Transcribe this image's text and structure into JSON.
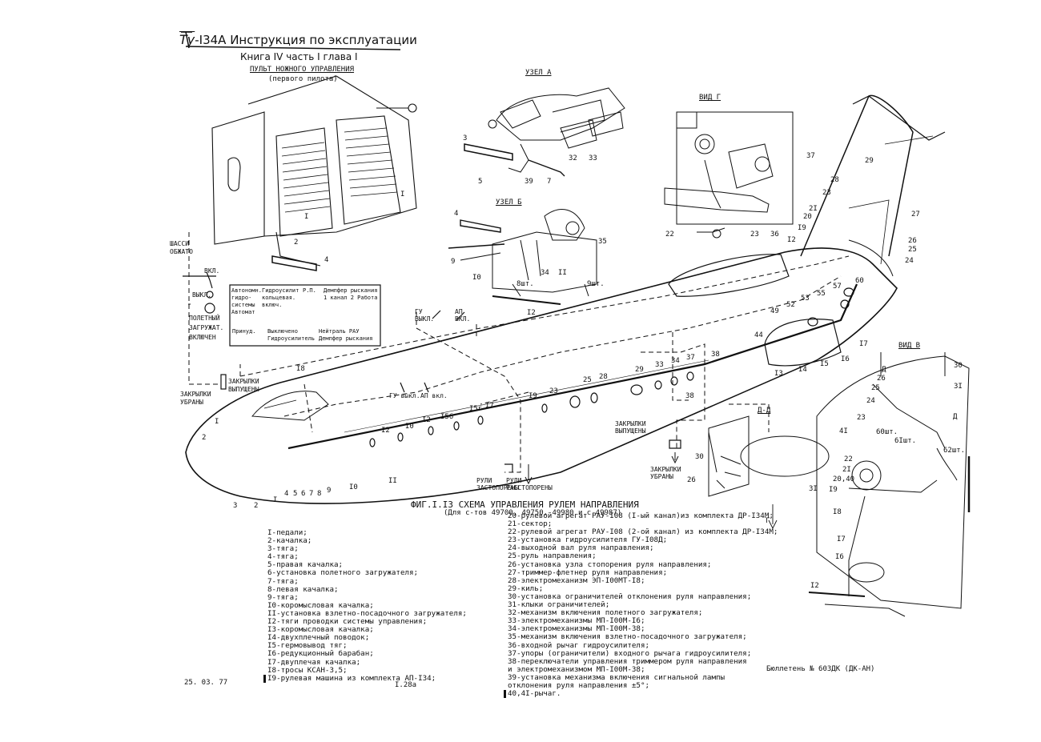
{
  "header": {
    "title_logo": "Ту",
    "title": "-I34A  Инструкция по эксплуатации",
    "subtitle": "Книга IV  часть  I   глава I"
  },
  "views": {
    "pedal_title": "ПУЛЬТ НОЖНОГО УПРАВЛЕНИЯ",
    "pedal_sub": "(первого пилота)",
    "node_a": "УЗЕЛ А",
    "node_b": "УЗЕЛ Б",
    "view_g": "ВИД Г",
    "view_v": "ВИД В",
    "section_dd": "Д-Д"
  },
  "switches": {
    "chassis": "ШАССИ ОБЖАТО",
    "on": "ВКЛ.",
    "off": "ВЫКЛ.",
    "loader": "ПОЛЕТНЫЙ ЗАГРУЖАТ. ВКЛЮЧЕН",
    "flaps_retracted": "ЗАКРЫЛКИ УБРАНЫ",
    "flaps_extended": "ЗАКРЫЛКИ ВЫПУЩЕНЫ",
    "gu_off": "ГУ ВЫКЛ.",
    "ap_on": "АП ВКЛ.",
    "gu_off2": "ГУ выкл.",
    "ap_on2": "АП вкл.",
    "rudder_locked": "РУЛИ ЗАСТОПОРЕНЫ",
    "rudder_unlocked": "РУЛИ РАССТОПОРЕНЫ",
    "flaps_ext2": "ЗАКРЫЛКИ ВЫПУЩЕНЫ",
    "flaps_ret2": "ЗАКРЫЛКИ УБРАНЫ"
  },
  "panel_box": {
    "c1": "Автономн. гидро- системы Автомат",
    "c2": "Гидроусилит кольцевая. включ.",
    "c3": "Р.П.",
    "c4": "Демпфер рыскания 1 канал 2 Работа",
    "b1": "Принуд.",
    "b2": "Выключено Гидроусилитель",
    "b3": "Нейтраль РАУ Демпфер рыскания"
  },
  "figure": {
    "caption": "ФИГ.I.I3  СХЕМА  УПРАВЛЕНИЯ  РУЛЕМ НАПРАВЛЕНИЯ",
    "caption_sub": "(Для с-тов 49700, 49750, 49980 и с 49987)"
  },
  "legend_left": [
    "I-педали;",
    "2-качалка;",
    "3-тяга;",
    "4-тяга;",
    "5-правая качалка;",
    "6-установка полетного загружателя;",
    "7-тяга;",
    "8-левая качалка;",
    "9-тяга;",
    "I0-коромысловая качалка;",
    "II-установка взлетно-посадочного загружателя;",
    "I2-тяги проводки системы управления;",
    "I3-коромысловая качалка;",
    "I4-двухплечный поводок;",
    "I5-гермовывод тяг;",
    "I6-редукционный барабан;",
    "I7-двуплечая качалка;",
    "I8-тросы КСАН-3,5;",
    "I9-рулевая машина из комплекта АП-I34;"
  ],
  "legend_right": [
    "20-рулевой агрегат РАУ-I08 (I-ый канал)из комплекта ДР-I34М;",
    "21-сектор;",
    "22-рулевой агрегат РАУ-I08 (2-ой канал) из комплекта ДР-I34М;",
    "23-установка гидроусилителя ГУ-I08Д;",
    "24-выходной вал руля направления;",
    "25-руль направления;",
    "26-установка узла стопорения руля направления;",
    "27-триммер-флетнер руля направления;",
    "28-электромеханизм ЭП-I00МТ-I8;",
    "29-киль;",
    "30-установка ограничителей отклонения руля направления;",
    "31-клыки ограничителей;",
    "32-механизм включения полетного загружателя;",
    "33-электромеханизмы МП-I00М-I6;",
    "34-электромеханизмы МП-I00М-38;",
    "35-механизм включения взлетно-посадочного загружателя;",
    "36-входной рычаг гидроусилителя;",
    "37-упоры (ограничители) входного рычага гидроусилителя;",
    "38-переключатели управления триммером руля направления",
    "   и электромеханизмом МП-I00М-38;",
    "39-установка механизма включения сигнальной лампы",
    "   отклонения руля направления ±5°;",
    "40,4I-рычаг."
  ],
  "footer": {
    "date": "25. 03. 77",
    "page": "I.28a",
    "bulletin": "Бюллетень № 603ДК (ДК-АН)"
  },
  "callouts": {
    "pedal": [
      "2",
      "4",
      "I",
      "I"
    ],
    "node_a": [
      "3",
      "5",
      "39",
      "7",
      "32",
      "33"
    ],
    "node_b": [
      "4",
      "9",
      "I0",
      "34",
      "II",
      "35",
      "8шт.",
      "9шт.",
      "I2"
    ],
    "view_g": [
      "37",
      "22",
      "23",
      "36"
    ],
    "fin": [
      "29",
      "28",
      "23",
      "2I",
      "20",
      "I9",
      "I2",
      "27",
      "26",
      "25",
      "24",
      "60",
      "57",
      "55",
      "53",
      "52",
      "49",
      "44",
      "38"
    ],
    "fuselage": [
      "I",
      "2",
      "3",
      "2",
      "I",
      "4",
      "5",
      "6",
      "7",
      "8",
      "9",
      "I0",
      "II",
      "I2",
      "I0",
      "I2",
      "I5б",
      "I5г",
      "I7",
      "I9",
      "23",
      "25",
      "28",
      "29",
      "33",
      "34",
      "37",
      "38",
      "I3",
      "I4",
      "I5",
      "I6",
      "I7",
      "I8",
      "38"
    ],
    "view_v": [
      "30",
      "3I",
      "26",
      "25",
      "24",
      "23",
      "4I",
      "60шт.",
      "6Iшт.",
      "62шт.",
      "22",
      "2I",
      "20,40",
      "I9",
      "I8",
      "I7",
      "I6",
      "I2",
      "Д",
      "Д",
      "Г"
    ],
    "section_dd": [
      "30",
      "26",
      "3I"
    ]
  }
}
